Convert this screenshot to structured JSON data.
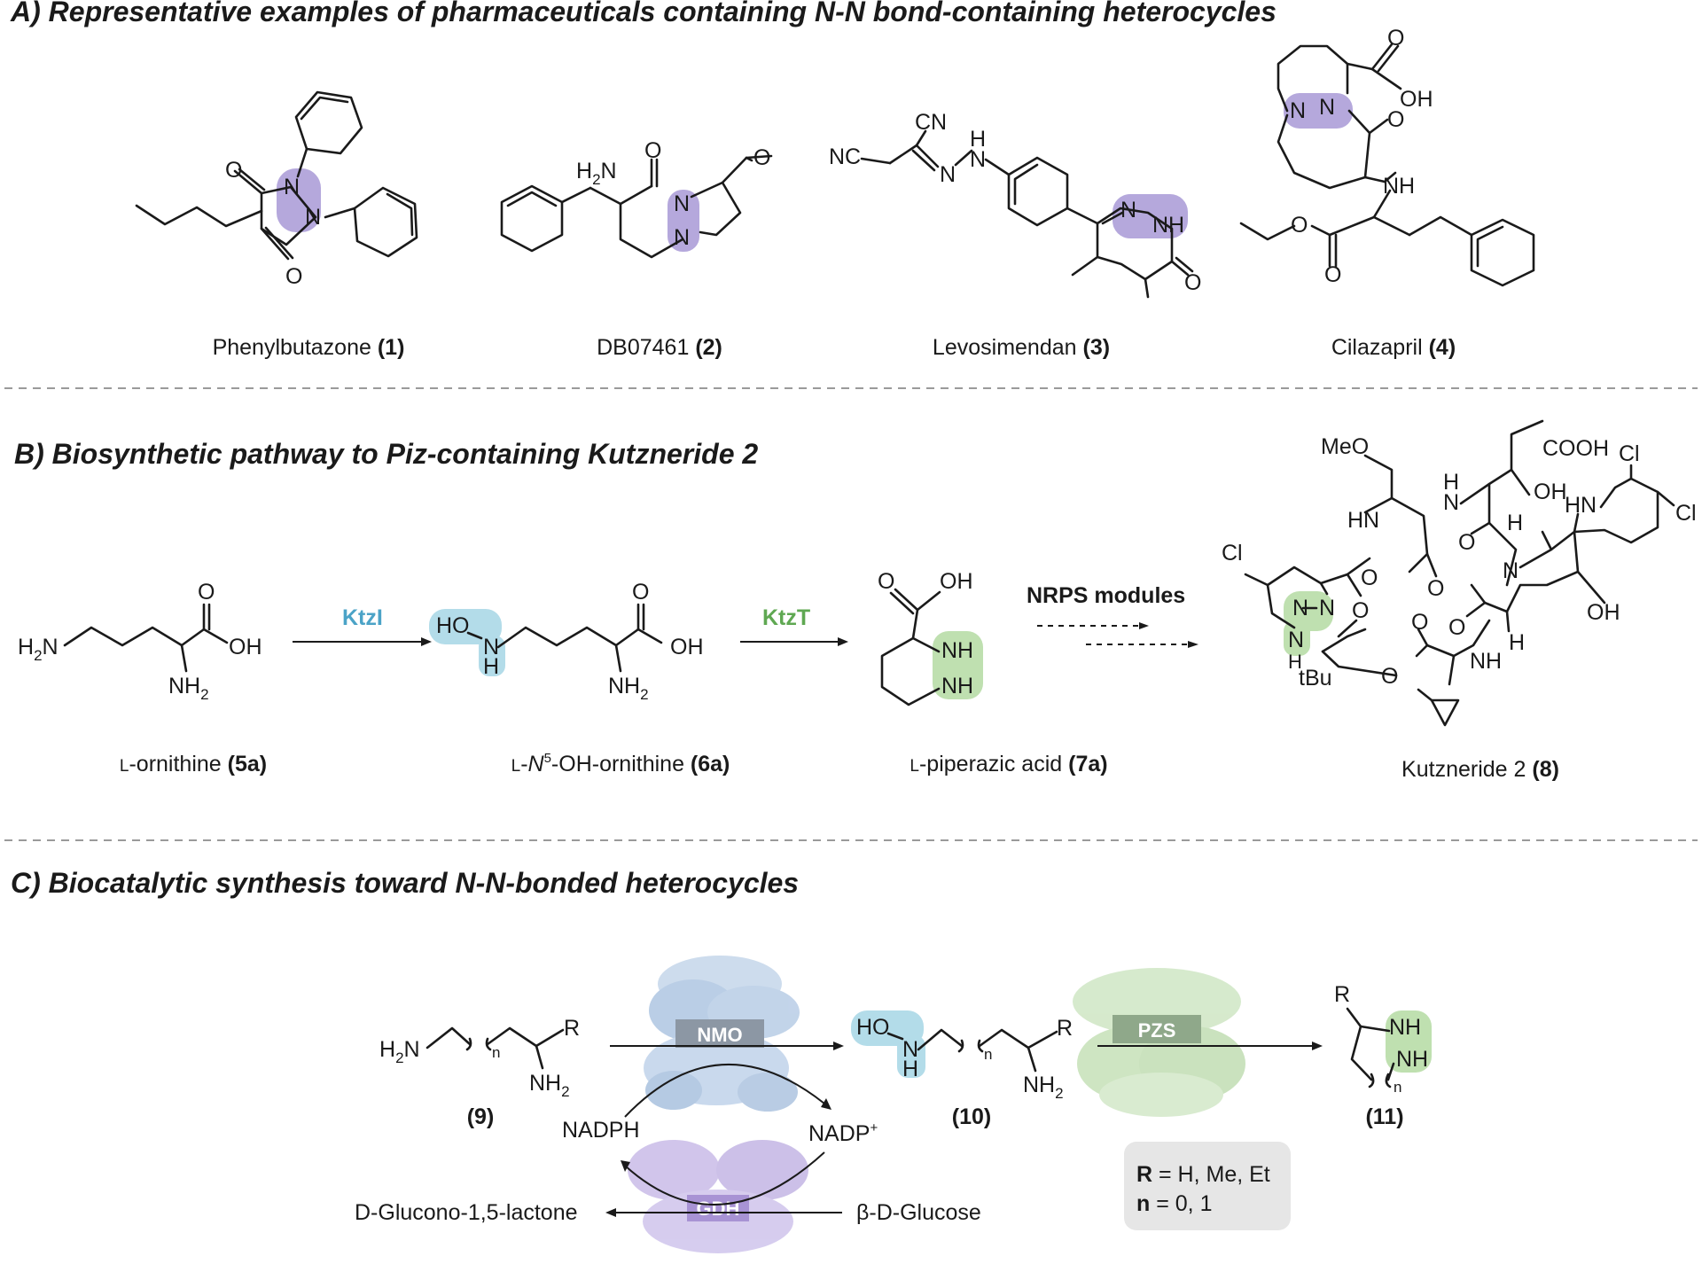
{
  "colors": {
    "purple_highlight": "#b5a8dc",
    "blue_highlight": "#b3dce9",
    "green_highlight": "#bfe0b0",
    "ktzi_text": "#4ba3c7",
    "ktzt_text": "#5fa852",
    "divider": "#9a9a9a",
    "nmo_tag": "#8c97a4",
    "pzs_tag": "#8fa88a",
    "gdh_tag": "#a893d4",
    "legend_box": "#e6e6e6"
  },
  "sections": {
    "a": {
      "title": "A) Representative  examples of pharmaceuticals containing N-N bond-containing heterocycles"
    },
    "b": {
      "title": "B) Biosynthetic pathway to Piz-containing Kutzneride 2"
    },
    "c": {
      "title": "C) Biocatalytic synthesis toward N-N-bonded heterocycles"
    }
  },
  "compounds_a": [
    {
      "name": "Phenylbutazone",
      "num": "(1)"
    },
    {
      "name": "DB07461",
      "num": "(2)"
    },
    {
      "name": "Levosimendan",
      "num": "(3)"
    },
    {
      "name": "Cilazapril",
      "num": "(4)"
    }
  ],
  "pathway_b": {
    "enzyme1": "KtzI",
    "enzyme2": "KtzT",
    "enzyme3": "NRPS modules",
    "c5a": {
      "prefix": "L",
      "name": "-ornithine ",
      "num": "(5a)"
    },
    "c6a": {
      "prefix": "L",
      "name_a": "-",
      "italic": "N",
      "sup": "5",
      "name_b": "-OH-ornithine ",
      "num": "(6a)"
    },
    "c7a": {
      "prefix": "L",
      "name": "-piperazic acid ",
      "num": "(7a)"
    },
    "c8": {
      "name": "Kutzneride 2 ",
      "num": "(8)"
    }
  },
  "scheme_c": {
    "nmo": "NMO",
    "pzs": "PZS",
    "gdh": "GDH",
    "nadph": "NADPH",
    "nadp": "NADP",
    "nadp_sup": "+",
    "glucose": "β-D-Glucose",
    "gluconolactone": "D-Glucono-1,5-lactone",
    "c9": "(9)",
    "c10": "(10)",
    "c11": "(11)",
    "legend_r_key": "R",
    "legend_r_val": " = H, Me, Et",
    "legend_n_key": "n",
    "legend_n_val": " = 0, 1"
  }
}
